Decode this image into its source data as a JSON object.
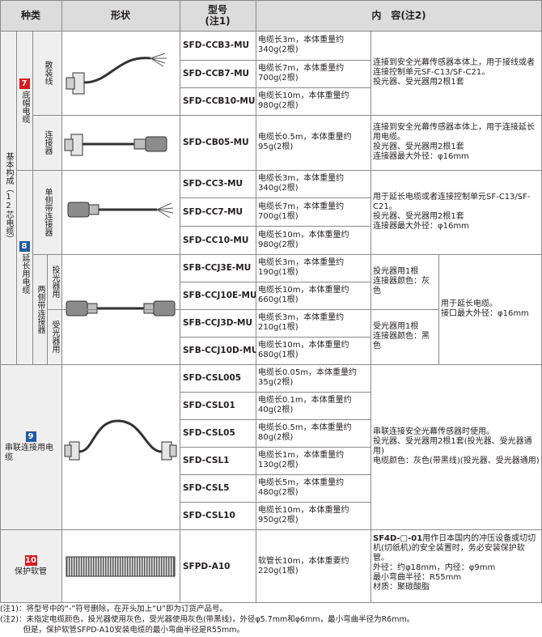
{
  "header": {
    "kind": "种类",
    "shape": "形状",
    "model": "型号\n(注1)",
    "content": "内　容(注2)"
  },
  "groups": {
    "basic_label": "基本构成（12芯电缆）",
    "bottom": {
      "badge": "7",
      "label": "底帽电缆"
    },
    "ext": {
      "badge": "8",
      "label": "延长用电缆"
    },
    "loose": "散装线",
    "connector": "连接器",
    "single": "单侧带连接器",
    "double": "两侧带连接器",
    "emitter": "投光器用",
    "receiver": "受光器用",
    "serial": {
      "badge": "9",
      "label": "串联连接用电缆"
    },
    "hose": {
      "badge": "10",
      "label": "保护软管"
    }
  },
  "rows": [
    {
      "model": "SFD-CCB3-MU",
      "desc": "电缆长3m，本体重量约340g(2根)"
    },
    {
      "model": "SFD-CCB7-MU",
      "desc": "电缆长7m，本体重量约700g(2根)"
    },
    {
      "model": "SFD-CCB10-MU",
      "desc": "电缆长10m，本体重量约980g(2根)"
    },
    {
      "model": "SFD-CB05-MU",
      "desc": "电缆长0.5m，本体重量约95g(2根)"
    },
    {
      "model": "SFD-CC3-MU",
      "desc": "电缆长3m，本体重量约340g(2根)"
    },
    {
      "model": "SFD-CC7-MU",
      "desc": "电缆长7m，本体重量约700g(1根)"
    },
    {
      "model": "SFD-CC10-MU",
      "desc": "电缆长10m，本体重量约980g(2根)"
    },
    {
      "model": "SFB-CCJ3E-MU",
      "desc": "电缆长3m，本体重量约190g(1根)"
    },
    {
      "model": "SFB-CCJ10E-MU",
      "desc": "电缆长10m，本体重量约660g(1根)"
    },
    {
      "model": "SFB-CCJ3D-MU",
      "desc": "电缆长3m，本体重量约210g(1根)"
    },
    {
      "model": "SFB-CCJ10D-MU",
      "desc": "电缆长10m，本体重量约680g(1根)"
    },
    {
      "model": "SFD-CSL005",
      "desc": "电缆长0.05m，本体重量约35g(2根)"
    },
    {
      "model": "SFD-CSL01",
      "desc": "电缆长0.1m，本体重量约40g(2根)"
    },
    {
      "model": "SFD-CSL05",
      "desc": "电缆长0.5m，本体重量约80g(2根)"
    },
    {
      "model": "SFD-CSL1",
      "desc": "电缆长1m，本体重量约130g(2根)"
    },
    {
      "model": "SFD-CSL5",
      "desc": "电缆长5m，本体重量约480g(2根)"
    },
    {
      "model": "SFD-CSL10",
      "desc": "电缆长10m，本体重量约950g(2根)"
    },
    {
      "model": "SFPD-A10",
      "desc": "软管长10m，本体重要约220g(1根)"
    }
  ],
  "contents": {
    "loose": "连接到安全光幕传感器本体上，用于接线或者连接控制单元SF-C13/SF-C21。\n投光器、受光器用2根1套",
    "connector": "连接到安全光幕传感器本体上，用于连接延长用电缆。\n投光器、受光器用2根1套\n连接器最大外径：φ16mm",
    "single": "用于延长电缆或者连接控制单元SF-C13/SF-C21。\n投光器、受光器用2根1套\n连接器最大外径：φ16mm",
    "emitter": "投光器用1根\n连接器颜色：灰色",
    "receiver": "受光器用1根\n连接器颜色：黑色",
    "double": "用于延长电缆。\n接口最大外径：φ16mm",
    "serial": "串联连接安全光幕传感器时使用。\n投光器、受光器用2根1套(投光器、受光器通用)\n电缆颜色：灰色(带黑线)(投光器、受光器通用)",
    "hose_title": "SF4D-□-01",
    "hose": "用作日本国内的冲压设备或切切机(切纸机)的安全装置时，务必安装保护软管。\n外径：约φ18mm，内径：φ9mm\n最小弯曲半径：R55mm\n材质：聚碳酸脂"
  },
  "notes": [
    "(注1)：将型号中的“-”符号删除，在开头加上“U”即为订货产品号。",
    "(注2)：未指定电缆颜色，投光器使用灰色，受光器使用灰色(带黑线)，外径φ5.7mm和φ6mm，最小弯曲半径为R6mm。",
    "　　　但是，保护软管SFPD-A10安装电缆的最小弯曲半径是R55mm。"
  ],
  "colors": {
    "red_badge": "#d71920",
    "blue_badge": "#1f5aa6",
    "header_bg": "#dcdcdc",
    "group_bg": "#efefef"
  }
}
